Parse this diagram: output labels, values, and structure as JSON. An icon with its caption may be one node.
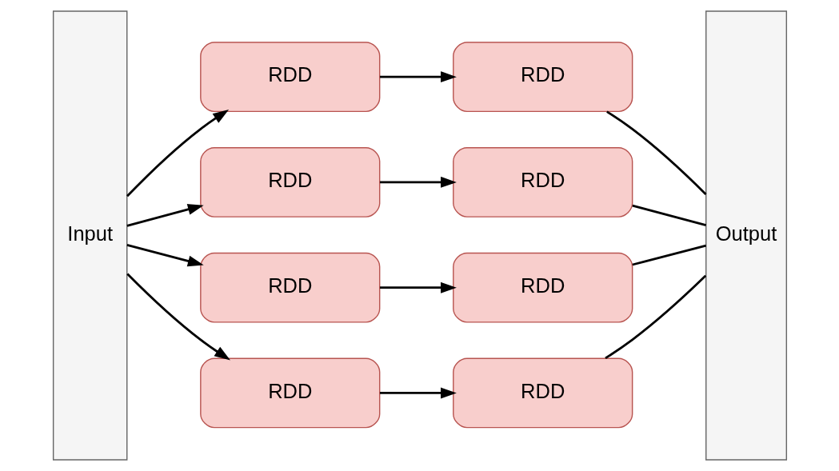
{
  "diagram": {
    "nodes": [
      {
        "text": [
          "Input"
        ]
      },
      {
        "text": [
          "RDD"
        ]
      },
      {
        "text": [
          "RDD"
        ]
      },
      {
        "text": [
          "RDD"
        ]
      },
      {
        "text": [
          "RDD"
        ]
      },
      {
        "text": [
          "RDD"
        ]
      },
      {
        "text": [
          "RDD"
        ]
      },
      {
        "text": [
          "RDD"
        ]
      },
      {
        "text": [
          "RDD"
        ]
      },
      {
        "text": [
          "Output"
        ]
      }
    ],
    "edges": [
      {
        "from": 0,
        "to": 1,
        "arrow": "to"
      },
      {
        "from": 1,
        "to": 2,
        "arrow": "to"
      },
      {
        "from": 0,
        "to": 3,
        "arrow": "to"
      },
      {
        "from": 3,
        "to": 4,
        "arrow": "to"
      },
      {
        "from": 0,
        "to": 5,
        "arrow": "to"
      },
      {
        "from": 5,
        "to": 6,
        "arrow": "to"
      },
      {
        "from": 0,
        "to": 7,
        "arrow": "to"
      },
      {
        "from": 7,
        "to": 8,
        "arrow": "to"
      },
      {
        "from": 2,
        "to": 9,
        "arrow": "none"
      },
      {
        "from": 4,
        "to": 9,
        "arrow": "none"
      },
      {
        "from": 6,
        "to": 9,
        "arrow": "none"
      },
      {
        "from": 8,
        "to": 9,
        "arrow": "none"
      }
    ]
  }
}
